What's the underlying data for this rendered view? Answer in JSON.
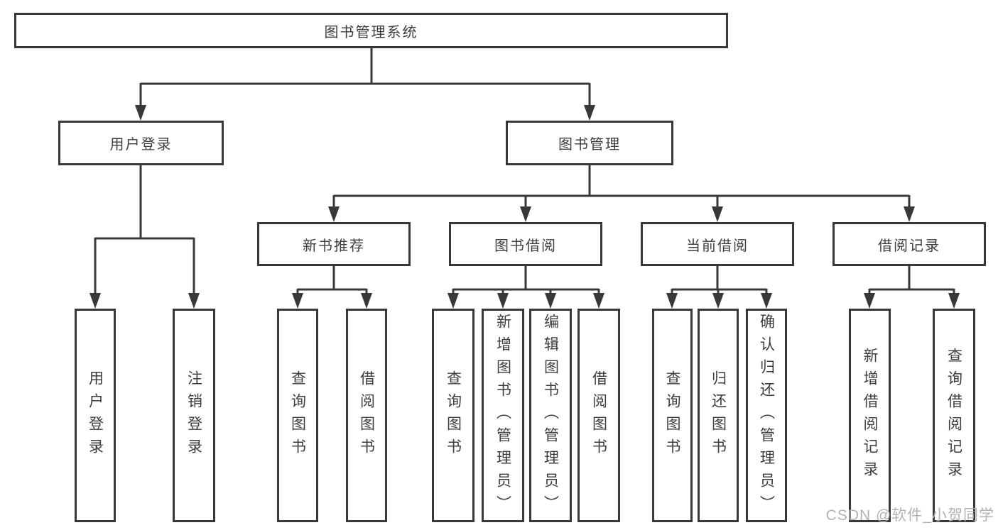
{
  "diagram": {
    "root": "图书管理系统",
    "level2": [
      "用户登录",
      "图书管理"
    ],
    "level3": [
      "新书推荐",
      "图书借阅",
      "当前借阅",
      "借阅记录"
    ],
    "leaves": {
      "user_login": [
        "用户登录",
        "注销登录"
      ],
      "new_book": [
        "查询图书",
        "借阅图书"
      ],
      "book_borrow": [
        "查询图书",
        "新增图书（管理员）",
        "编辑图书（管理员）",
        "借阅图书"
      ],
      "current_borrow": [
        "查询图书",
        "归还图书",
        "确认归还（管理员）"
      ],
      "borrow_record": [
        "新增借阅记录",
        "查询借阅记录"
      ]
    }
  },
  "watermark": "CSDN @软件_小贺同学",
  "colors": {
    "line": "#383838",
    "text": "#3d3d3d",
    "background": "#ffffff",
    "watermark": "#b3b3b3"
  }
}
